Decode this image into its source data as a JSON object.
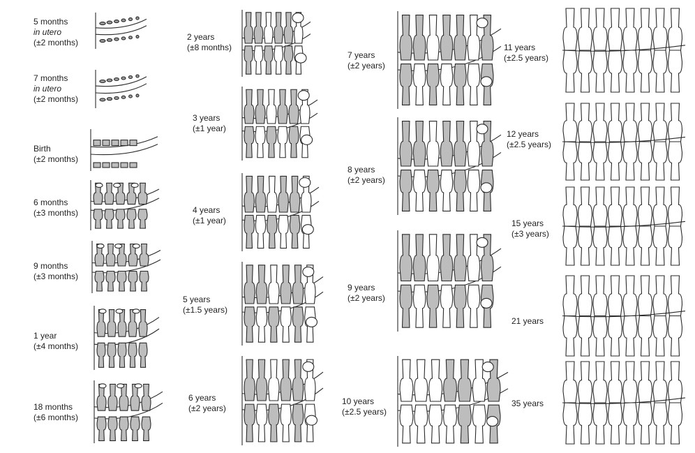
{
  "stages": [
    {
      "id": "5mo",
      "lines": [
        "5 months",
        "in utero",
        "(±2 months)"
      ],
      "italic_line": 1
    },
    {
      "id": "7mo",
      "lines": [
        "7 months",
        "in utero",
        "(±2 months)"
      ],
      "italic_line": 1
    },
    {
      "id": "birth",
      "lines": [
        "Birth",
        "(±2 months)"
      ]
    },
    {
      "id": "6m",
      "lines": [
        "6 months",
        "(±3 months)"
      ]
    },
    {
      "id": "9m",
      "lines": [
        "9 months",
        "(±3 months)"
      ]
    },
    {
      "id": "1y",
      "lines": [
        "1 year",
        "(±4 months)"
      ]
    },
    {
      "id": "18m",
      "lines": [
        "18 months",
        "(±6 months)"
      ]
    },
    {
      "id": "2y",
      "lines": [
        "2 years",
        "(±8 months)"
      ]
    },
    {
      "id": "3y",
      "lines": [
        "3 years",
        "(±1 year)"
      ]
    },
    {
      "id": "4y",
      "lines": [
        "4 years",
        "(±1 year)"
      ]
    },
    {
      "id": "5y",
      "lines": [
        "5 years",
        "(±1.5 years)"
      ]
    },
    {
      "id": "6y",
      "lines": [
        "6 years",
        "(±2 years)"
      ]
    },
    {
      "id": "7y",
      "lines": [
        "7 years",
        "(±2 years)"
      ]
    },
    {
      "id": "8y",
      "lines": [
        "8 years",
        "(±2 years)"
      ]
    },
    {
      "id": "9y",
      "lines": [
        "9 years",
        "(±2 years)"
      ]
    },
    {
      "id": "10y",
      "lines": [
        "10 years",
        "(±2.5 years)"
      ]
    },
    {
      "id": "11y",
      "lines": [
        "11 years",
        "(±2.5 years)"
      ]
    },
    {
      "id": "12y",
      "lines": [
        "12 years",
        "(±2.5 years)"
      ]
    },
    {
      "id": "15y",
      "lines": [
        "15 years",
        "(±3 years)"
      ]
    },
    {
      "id": "21y",
      "lines": [
        "21 years"
      ]
    },
    {
      "id": "35y",
      "lines": [
        "35 years"
      ]
    }
  ],
  "colors": {
    "deciduous_tooth": "#bdbdbd",
    "permanent_tooth": "#ffffff",
    "outline": "#2a2a2a"
  },
  "icons": {
    "dentition": "tooth-development-drawing"
  }
}
